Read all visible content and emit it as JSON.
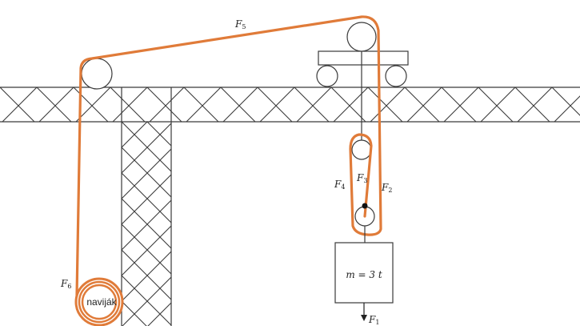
{
  "labels": {
    "f1": {
      "base": "F",
      "sub": "1"
    },
    "f2": {
      "base": "F",
      "sub": "2"
    },
    "f3": {
      "base": "F",
      "sub": "3"
    },
    "f4": {
      "base": "F",
      "sub": "4"
    },
    "f5": {
      "base": "F",
      "sub": "5"
    },
    "f6": {
      "base": "F",
      "sub": "6"
    }
  },
  "mass_label": "m = 3 t",
  "winch_label": "naviják",
  "colors": {
    "rope": "#e07b39",
    "structure": "#3a3a3a",
    "background": "#ffffff"
  }
}
